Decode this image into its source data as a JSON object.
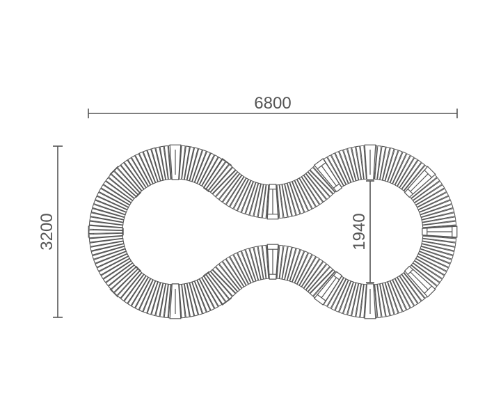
{
  "dimensions": {
    "overall_width": "6800",
    "overall_height": "3200",
    "inner_opening": "1940"
  },
  "colors": {
    "line": "#555555",
    "background": "#ffffff"
  }
}
